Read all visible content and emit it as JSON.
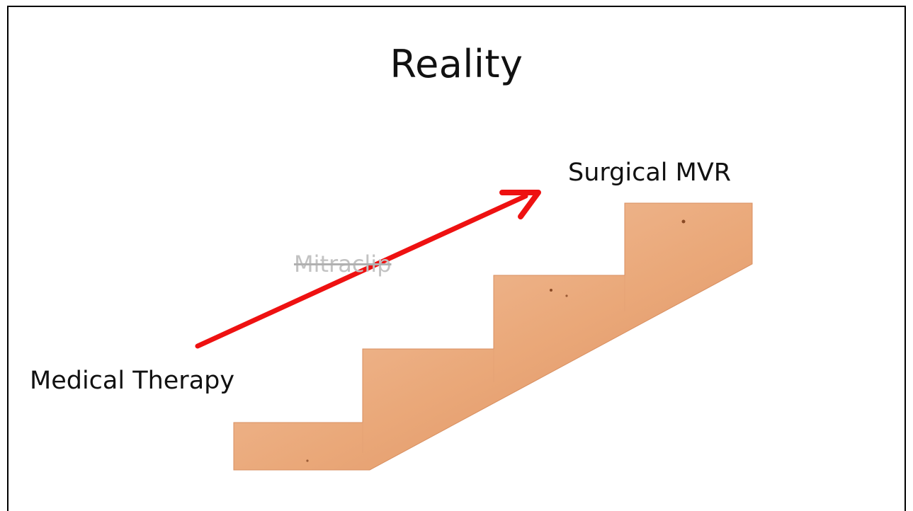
{
  "slide": {
    "title": "Reality",
    "labels": {
      "surgical": "Surgical MVR",
      "medical": "Medical Therapy",
      "mitraclip": "Mitraclip"
    },
    "mitraclip_struck_through": true
  },
  "colors": {
    "arrow": "#ee1111",
    "stairs_light": "#f1bf9e",
    "stairs_dark": "#dc8e5e",
    "text": "#111111",
    "struck_text": "#c2c2c2"
  },
  "icons": {
    "arrow": "arrow-up-right-icon",
    "stairs": "staircase-icon"
  }
}
